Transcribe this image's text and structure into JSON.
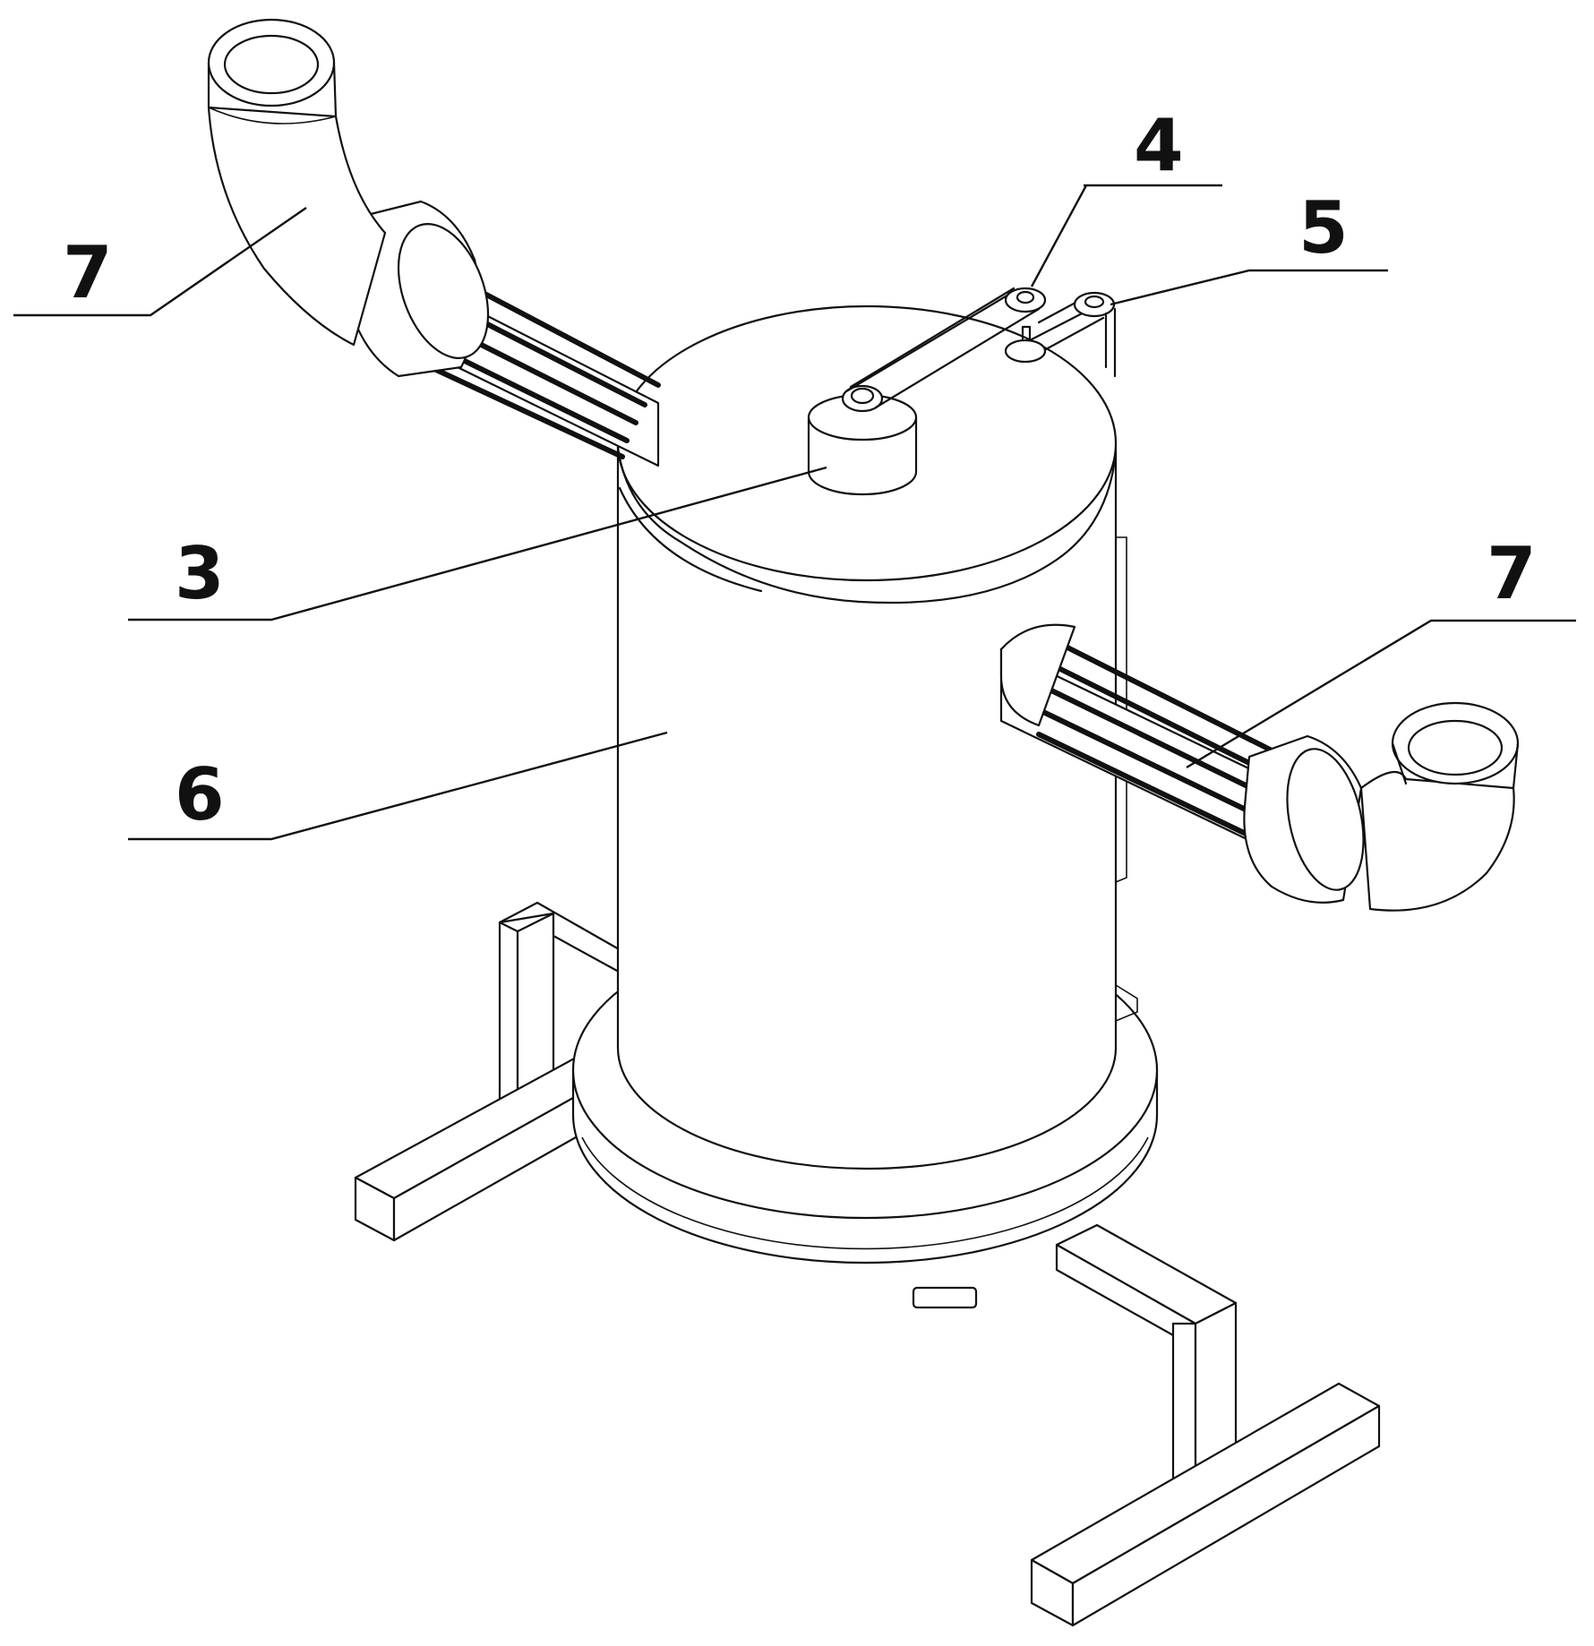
{
  "colors": {
    "ink": "#111111",
    "paper": "#ffffff"
  },
  "labels": {
    "motor": "3",
    "belt_pulley": "4",
    "drive_belt": "5",
    "tank_body": "6",
    "outlet_pipe_left": "7",
    "outlet_pipe_right": "7"
  }
}
